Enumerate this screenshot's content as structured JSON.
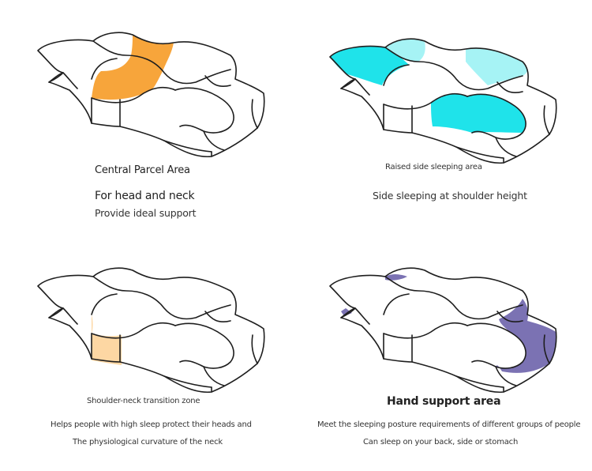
{
  "colors": {
    "outline": "#1e1e1e",
    "orange": "#f7a53b",
    "cyan": "#1fe3ea",
    "cyan_light": "#a6f3f5",
    "peach": "#fdd7a3",
    "purple": "#7b72b3"
  },
  "panels": [
    {
      "id": "central",
      "highlight": "orange",
      "lines": [
        "Central Parcel Area",
        "For head and neck",
        "Provide ideal support"
      ]
    },
    {
      "id": "raised-side",
      "highlight": "cyan",
      "lines": [
        "Raised side sleeping area",
        "Side sleeping at shoulder height"
      ]
    },
    {
      "id": "shoulder-neck",
      "highlight": "peach",
      "lines": [
        "Shoulder-neck transition zone",
        "Helps people with high sleep protect their heads and",
        "The physiological curvature of the neck"
      ]
    },
    {
      "id": "hand-support",
      "highlight": "purple",
      "lines": [
        "Hand support area",
        "Meet the sleeping posture requirements of different groups of people",
        "Can sleep on your back, side or stomach"
      ]
    }
  ]
}
